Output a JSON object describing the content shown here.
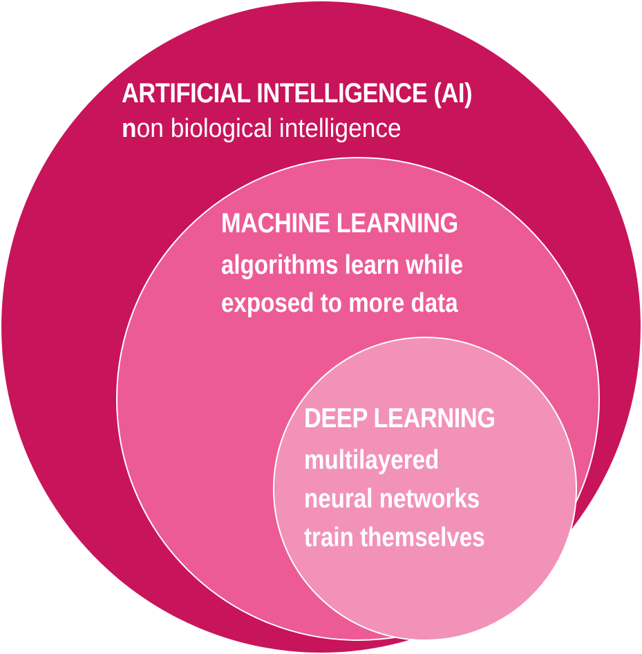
{
  "colors": {
    "ai_circle": "#c8145a",
    "ml_circle": "#ec5b96",
    "dl_circle": "#f292b8",
    "outline": "#ffffff",
    "text": "#ffffff"
  },
  "ai": {
    "title": "ARTIFICIAL INTELLIGENCE (AI)",
    "description_first_letter": "n",
    "description_rest": "on biological intelligence"
  },
  "machine_learning": {
    "title": "MACHINE LEARNING",
    "description_lines": [
      "algorithms learn while",
      "exposed to more data"
    ]
  },
  "deep_learning": {
    "title": "DEEP LEARNING",
    "description_lines": [
      "multilayered",
      "neural networks",
      "train themselves"
    ]
  }
}
